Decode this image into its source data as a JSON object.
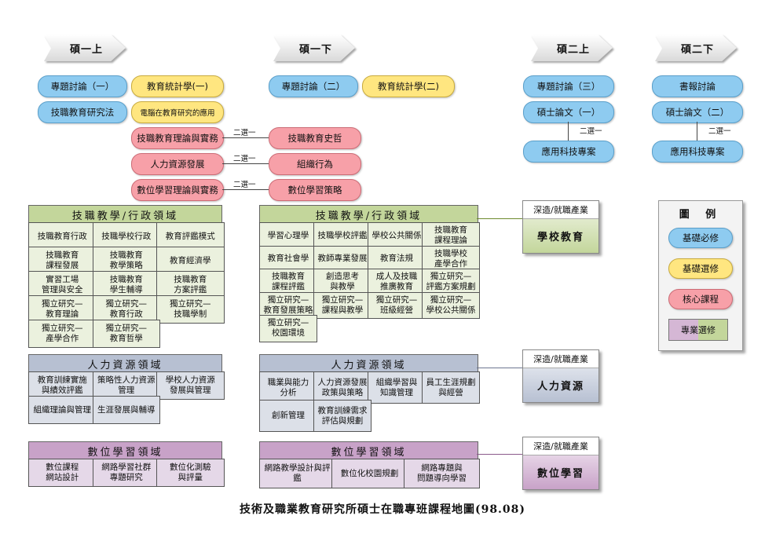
{
  "semesters": [
    "碩一上",
    "碩一下",
    "碩二上",
    "碩二下"
  ],
  "choose_one": "二選一",
  "y1_fall": {
    "pill_topic1": "專題討論（一）",
    "pill_stats1": "教育統計學(一)",
    "pill_method": "技職教育研究法",
    "pill_computer": "電腦在教育研究的應用",
    "elective_left": [
      "技職教育理論與實務",
      "人力資源發展",
      "數位學習理論與實務"
    ],
    "elective_right": [
      "技職教育史哲",
      "組織行為",
      "數位學習策略"
    ]
  },
  "y1_spring": {
    "pill_topic2": "專題討論（二）",
    "pill_stats2": "教育統計學(二)"
  },
  "y2_fall": {
    "pill_topic3": "專題討論（三）",
    "pill_thesis1": "碩士論文（一）",
    "pill_project": "應用科技專案"
  },
  "y2_spring": {
    "pill_book": "書報討論",
    "pill_thesis2": "碩士論文（二）",
    "pill_project": "應用科技專案"
  },
  "domains": {
    "vocational": "技職教學/行政領域",
    "hr": "人力資源領域",
    "digital": "數位學習領域"
  },
  "left_vocational_rows": [
    [
      "技職教育行政",
      "技職學校行政",
      "教育評鑑模式"
    ],
    [
      "技職教育\n課程發展",
      "技職教育\n教學策略",
      "教育經濟學"
    ],
    [
      "實習工場\n管理與安全",
      "技職教育\n學生輔導",
      "技職教育\n方案評鑑"
    ],
    [
      "獨立研究—\n教育理論",
      "獨立研究—\n教育行政",
      "獨立研究—\n技職學制"
    ],
    [
      "獨立研究—\n產學合作",
      "獨立研究—\n教育哲學"
    ]
  ],
  "right_vocational_rows": [
    [
      "學習心理學",
      "技職學校評鑑",
      "學校公共關係",
      "技職教育\n課程理論"
    ],
    [
      "教育社會學",
      "教師專業發展",
      "教育法規",
      "技職學校\n產學合作"
    ],
    [
      "技職教育\n課程評鑑",
      "創造思考\n與教學",
      "成人及技職\n推廣教育",
      "獨立研究—\n評鑑方案規劃"
    ],
    [
      "獨立研究—\n教育發展策略",
      "獨立研究—\n課程與教學",
      "獨立研究—\n班級經營",
      "獨立研究—\n學校公共關係"
    ],
    [
      "獨立研究—\n校園環境"
    ]
  ],
  "left_hr_rows": [
    [
      "教育訓練實施\n與績效評鑑",
      "策略性人力資源\n管理",
      "學校人力資源\n發展與管理"
    ],
    [
      "組織理論與管理",
      "生涯發展與輔導"
    ]
  ],
  "right_hr_rows": [
    [
      "職業與能力\n分析",
      "人力資源發展\n政策與策略",
      "組織學習與\n知識管理",
      "員工生涯規劃\n與經營"
    ],
    [
      "創新管理",
      "教育訓練需求\n評估與規劃"
    ]
  ],
  "left_digital_row": [
    "數位課程\n網站設計",
    "網路學習社群\n專題研究",
    "數位化測驗\n與評量"
  ],
  "right_digital_row": [
    "網路教學設計與評鑑",
    "數位化校園規劃",
    "網路專題與\n問題導向學習"
  ],
  "industry": {
    "top_label": "深造/就職產業",
    "school": "學校教育",
    "hr": "人力資源",
    "digital": "數位學習"
  },
  "legend": {
    "title": "圖 例",
    "basic_required": "基礎必修",
    "basic_elective": "基礎選修",
    "core": "核心課程",
    "specialty": "專業選修"
  },
  "colors": {
    "blue": "#8ecbf0",
    "yellow": "#ffe680",
    "pink": "#f7a0a8",
    "green": "#c3d69b",
    "slate": "#b7c0d2",
    "purple": "#c8a2c8"
  },
  "caption": "技術及職業教育研究所碩士在職專班課程地圖(98.08)"
}
